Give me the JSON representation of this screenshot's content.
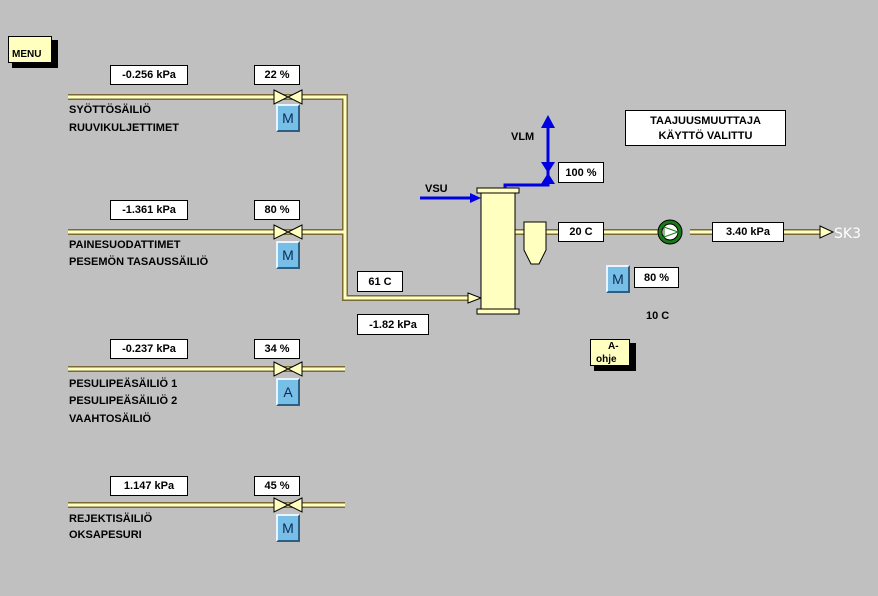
{
  "menu_button": {
    "label": "MENU"
  },
  "aohje_button": {
    "label_line1": "A-",
    "label_line2": "ohje"
  },
  "branches": [
    {
      "pressure": "-0.256 kPa",
      "valve_pct": "22 %",
      "mode": "M",
      "labels": [
        "SYÖTTÖSÄILIÖ",
        "RUUVIKULJETTIMET"
      ]
    },
    {
      "pressure": "-1.361 kPa",
      "valve_pct": "80 %",
      "mode": "M",
      "labels": [
        "PAINESUODATTIMET",
        "PESEMÖN TASAUSSÄILIÖ"
      ]
    },
    {
      "pressure": "-0.237 kPa",
      "valve_pct": "34 %",
      "mode": "A",
      "labels": [
        "PESULIPEÄSÄILIÖ 1",
        "PESULIPEÄSÄILIÖ 2",
        "VAAHTOSÄILIÖ"
      ]
    },
    {
      "pressure": "1.147 kPa",
      "valve_pct": "45 %",
      "mode": "M",
      "labels": [
        "REJEKTISÄILIÖ",
        "OKSAPESURI"
      ]
    }
  ],
  "header_temp": "61 C",
  "header_pressure": "-1.82 kPa",
  "vlm": {
    "label": "VLM",
    "valve_pct": "100 %"
  },
  "vsu": {
    "label": "VSU"
  },
  "outlet_temp": "20 C",
  "outlet_pressure": "3.40 kPa",
  "destination": "SK3",
  "pump": {
    "mode": "M",
    "speed": "80 %",
    "temp": "10 C"
  },
  "inverter_box": {
    "line1": "TAAJUUSMUUTTAJA",
    "line2": "KÄYTTÖ VALITTU"
  },
  "colors": {
    "background": "#c0c0c0",
    "pipe_fill": "#ffffc0",
    "steam_line": "#0000e0",
    "pump_ring": "#1a7a1a",
    "mode_button": "#78bfe8"
  }
}
